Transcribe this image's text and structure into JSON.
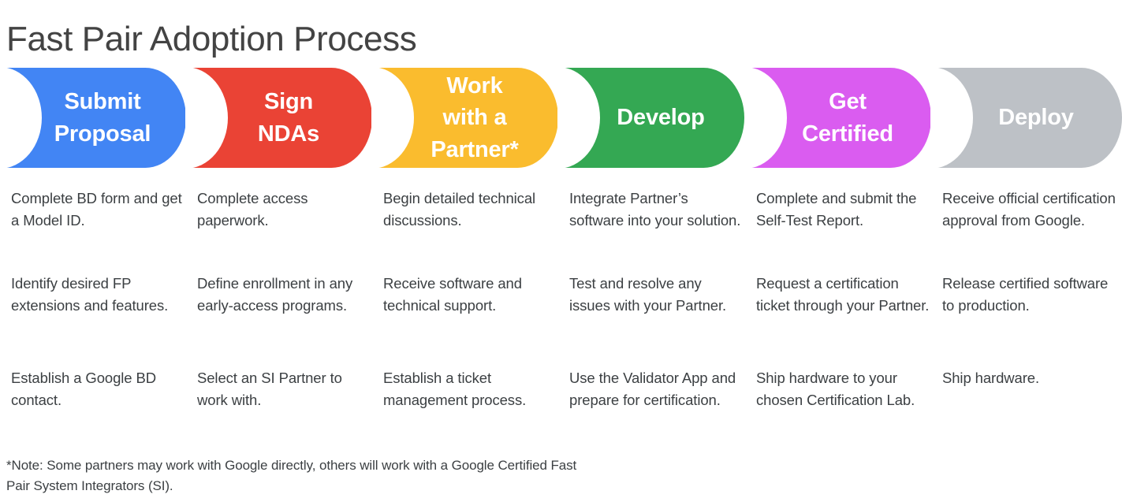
{
  "title": "Fast Pair Adoption Process",
  "colors": {
    "blue": "#4285F4",
    "red": "#EA4335",
    "yellow": "#FABC2E",
    "green": "#34A853",
    "magenta": "#DA5CF0",
    "gray": "#BDC1C6",
    "text": "#3c4043",
    "title_text": "#434343",
    "background": "#FFFFFF"
  },
  "stages": [
    {
      "label": "Submit\nProposal",
      "color": "#4285F4",
      "items": [
        "Complete BD form and get a Model ID.",
        "Identify desired FP extensions and features.",
        "Establish a Google BD contact."
      ]
    },
    {
      "label": "Sign\nNDAs",
      "color": "#EA4335",
      "items": [
        "Complete access paperwork.",
        "Define enrollment in any early-access programs.",
        "Select an SI Partner to work with."
      ]
    },
    {
      "label": "Work\nwith a\nPartner*",
      "color": "#FABC2E",
      "items": [
        "Begin detailed technical discussions.",
        "Receive software and technical support.",
        "Establish a ticket management process."
      ]
    },
    {
      "label": "Develop",
      "color": "#34A853",
      "items": [
        "Integrate Partner’s software into your solution.",
        "Test and resolve any issues with your Partner.",
        "Use the Validator App and prepare for certification."
      ]
    },
    {
      "label": "Get\nCertified",
      "color": "#DA5CF0",
      "items": [
        "Complete and submit the Self-Test Report.",
        "Request a certification ticket through your Partner.",
        "Ship hardware to your chosen Certification Lab."
      ]
    },
    {
      "label": "Deploy",
      "color": "#BDC1C6",
      "items": [
        "Receive official certification approval from Google.",
        "Release certified software to production.",
        "Ship hardware."
      ]
    }
  ],
  "footnote": "*Note: Some partners may work with Google directly, others will work with a Google Certified Fast Pair System Integrators (SI)."
}
